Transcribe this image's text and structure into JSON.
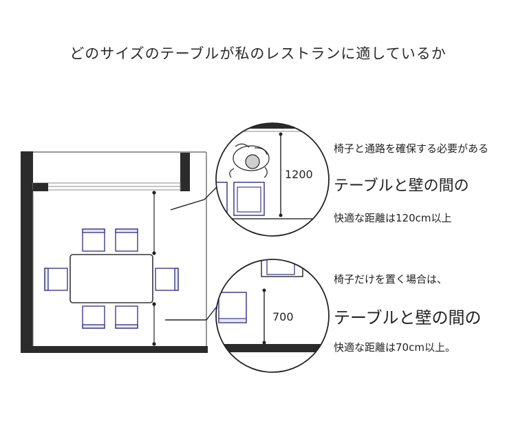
{
  "title": "どのサイズのテーブルが私のレストランに適しているか",
  "callouts": {
    "top": {
      "dimension": "1200",
      "line1": "椅子と通路を確保する必要がある",
      "line2": "テーブルと壁の間の",
      "line3": "快適な距離は120cm以上"
    },
    "bottom": {
      "dimension": "700",
      "line1": "椅子だけを置く場合は、",
      "line2": "テーブルと壁の間の",
      "line3": "快適な距離は70cm以上。"
    }
  },
  "colors": {
    "wall": "#2b2b2b",
    "chair": "#3d3a8c",
    "line": "#222222"
  }
}
